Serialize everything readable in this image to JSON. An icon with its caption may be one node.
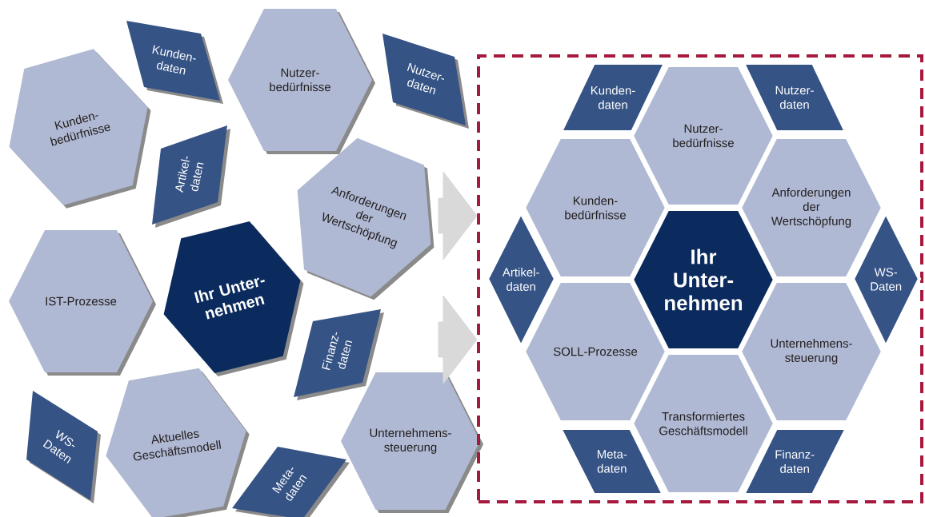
{
  "diagram": {
    "nodes": [
      {
        "text": [
          "Kunden- daten"
        ]
      },
      {
        "text": [
          "Nutzer- bedürfnisse"
        ]
      },
      {
        "text": [
          "Nutzer- daten"
        ]
      },
      {
        "text": [
          "Kunden- bedürfnisse"
        ]
      },
      {
        "text": [
          "Artikel- daten"
        ]
      },
      {
        "text": [
          "Anforderungen der Wertschöpfung"
        ]
      },
      {
        "text": [
          "IST-Prozesse"
        ]
      },
      {
        "text": [
          "Ihr Unter- nehmen"
        ]
      },
      {
        "text": [
          "Finanz- daten"
        ]
      },
      {
        "text": [
          "WS- Daten"
        ]
      },
      {
        "text": [
          "Aktuelles Geschäftsmodell"
        ]
      },
      {
        "text": [
          "Unternehmens- steuerung"
        ]
      },
      {
        "text": [
          "Meta- daten"
        ]
      },
      {
        "text": [],
        "shape": "box"
      },
      {
        "text": [
          "Kunden- daten"
        ],
        "in": 13
      },
      {
        "text": [
          "Nutzer- bedürfnisse"
        ],
        "in": 13
      },
      {
        "text": [
          "Nutzer- daten"
        ],
        "in": 13
      },
      {
        "text": [
          "Kunden- bedürfnisse"
        ],
        "in": 13
      },
      {
        "text": [
          "Anforderungen der Wertschöpfung"
        ],
        "in": 13
      },
      {
        "text": [
          "Artikel- daten"
        ],
        "in": 13
      },
      {
        "text": [
          "Ihr Unter- nehmen"
        ],
        "in": 13
      },
      {
        "text": [
          "WS- Daten"
        ],
        "in": 13
      },
      {
        "text": [
          "SOLL-Prozesse"
        ],
        "in": 13
      },
      {
        "text": [
          "Unternehmens- steuerung"
        ],
        "in": 13
      },
      {
        "text": [
          "Transformiertes Geschäftsmodell"
        ],
        "in": 13
      },
      {
        "text": [
          "Meta- daten"
        ],
        "in": 13
      },
      {
        "text": [
          "Finanz- daten"
        ],
        "in": 13
      }
    ],
    "edges": [
      {
        "from": null,
        "to": 13,
        "arrow": "to"
      },
      {
        "from": null,
        "to": 13,
        "arrow": "to"
      }
    ]
  }
}
